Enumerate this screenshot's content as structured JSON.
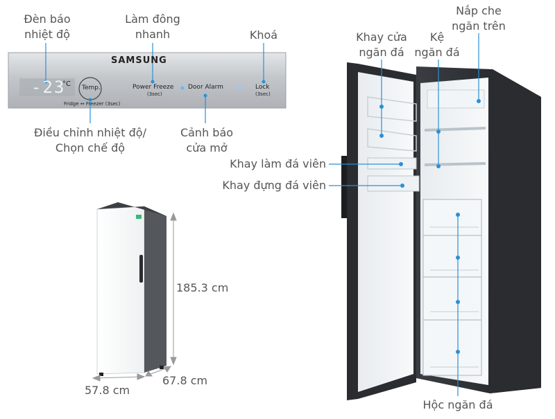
{
  "panel": {
    "brand": "SAMSUNG",
    "display_digits": "-23",
    "display_unit": "°C",
    "temp_button": "Temp.",
    "mode_text": "Fridge ↔ Freezer (3sec)",
    "power_freeze": "Power Freeze",
    "power_freeze_sub": "(3sec)",
    "door_alarm": "Door Alarm",
    "lock": "Lock",
    "lock_sub": "(3sec)"
  },
  "labels": {
    "den_bao_1": "Đèn báo",
    "den_bao_2": "nhiệt độ",
    "lam_dong_1": "Làm đông",
    "lam_dong_2": "nhanh",
    "khoa": "Khoá",
    "dieu_chinh_1": "Điều chỉnh nhiệt độ/",
    "dieu_chinh_2": "Chọn chế độ",
    "canh_bao_1": "Cảnh báo",
    "canh_bao_2": "cửa mở",
    "khay_cua_1": "Khay cửa",
    "khay_cua_2": "ngăn đá",
    "ke_1": "Kệ",
    "ke_2": "ngăn đá",
    "nap_che_1": "Nắp che",
    "nap_che_2": "ngăn trên",
    "khay_lam_da": "Khay làm đá viên",
    "khay_dung_da": "Khay đựng đá viên",
    "hoc_ngan_da": "Hộc ngăn đá"
  },
  "dimensions": {
    "height": "185.3 cm",
    "depth": "67.8 cm",
    "width": "57.8 cm"
  },
  "colors": {
    "accent_blue": "#2b8fd6",
    "label_gray": "#555555",
    "dim_line": "#999999",
    "panel_silver": "#c9cdd1"
  }
}
